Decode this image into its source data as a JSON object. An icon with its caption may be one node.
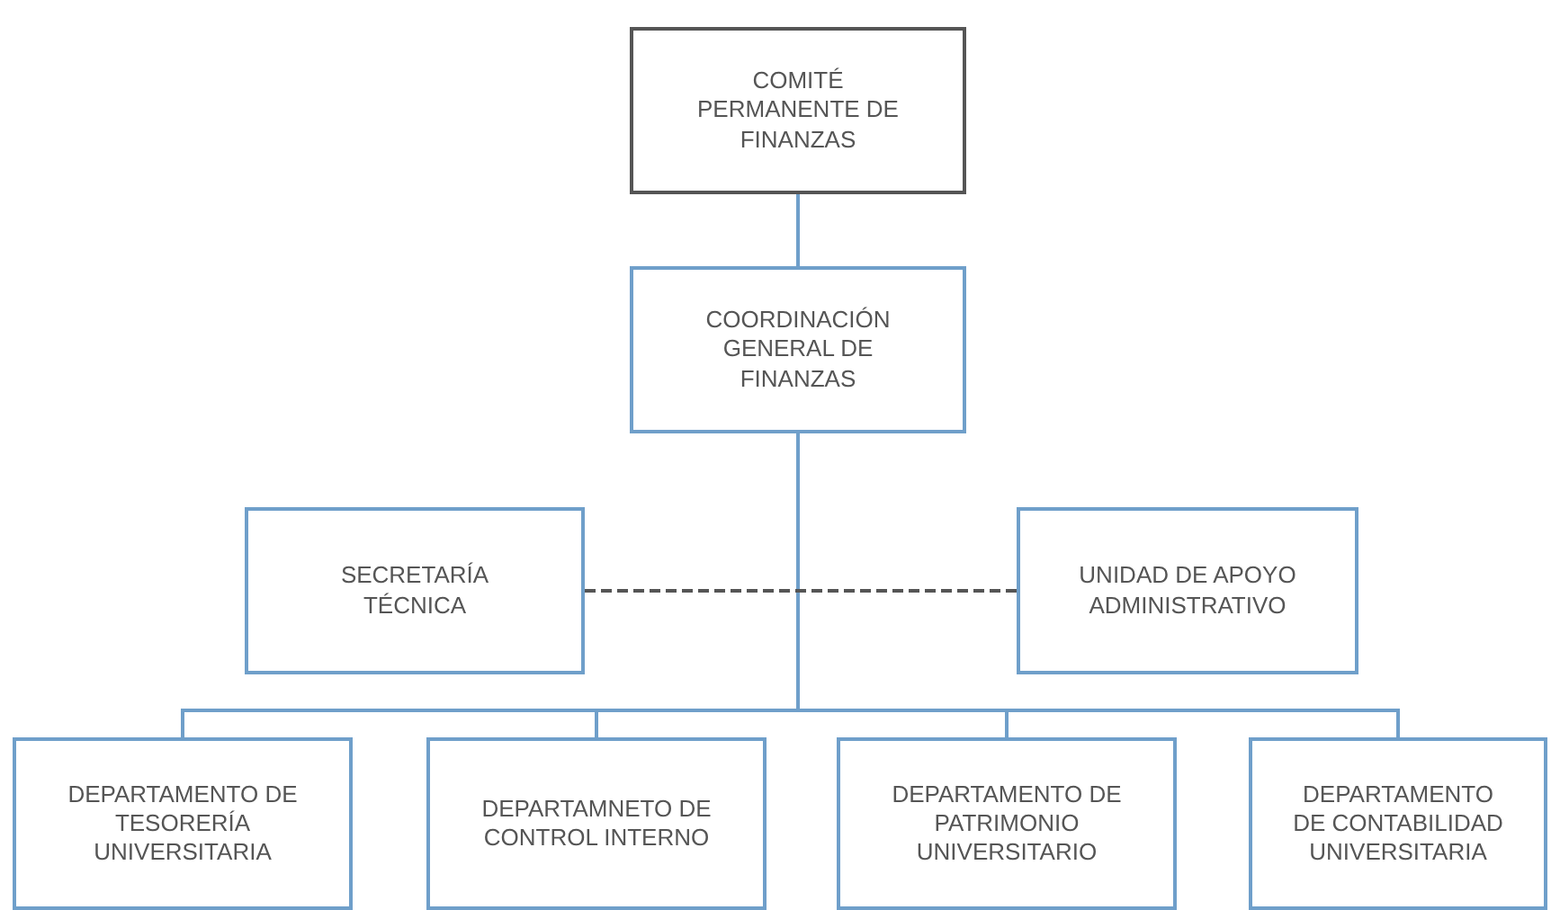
{
  "diagram": {
    "nodes": [
      {
        "text": [
          "COMITÉ PERMANENTE DE FINANZAS"
        ]
      },
      {
        "text": [
          "COORDINACIÓN GENERAL DE FINANZAS"
        ]
      },
      {
        "text": [
          "SECRETARÍA TÉCNICA"
        ]
      },
      {
        "text": [
          "UNIDAD DE APOYO ADMINISTRATIVO"
        ]
      },
      {
        "text": [
          "DEPARTAMENTO DE TESORERÍA UNIVERSITARIA"
        ]
      },
      {
        "text": [
          "DEPARTAMNETO DE CONTROL INTERNO"
        ]
      },
      {
        "text": [
          "DEPARTAMENTO DE PATRIMONIO UNIVERSITARIO"
        ]
      },
      {
        "text": [
          "DEPARTAMENTO DE CONTABILIDAD UNIVERSITARIA"
        ]
      }
    ],
    "edges": [
      {
        "from": 0,
        "to": 1,
        "arrow": "none"
      },
      {
        "from": 1,
        "to": 4,
        "arrow": "none"
      },
      {
        "from": 1,
        "to": 5,
        "arrow": "none"
      },
      {
        "from": 1,
        "to": 6,
        "arrow": "none"
      },
      {
        "from": 1,
        "to": 7,
        "arrow": "none"
      },
      {
        "from": 2,
        "to": 3,
        "arrow": "none",
        "style": "dashed",
        "color": "#555555"
      }
    ]
  }
}
